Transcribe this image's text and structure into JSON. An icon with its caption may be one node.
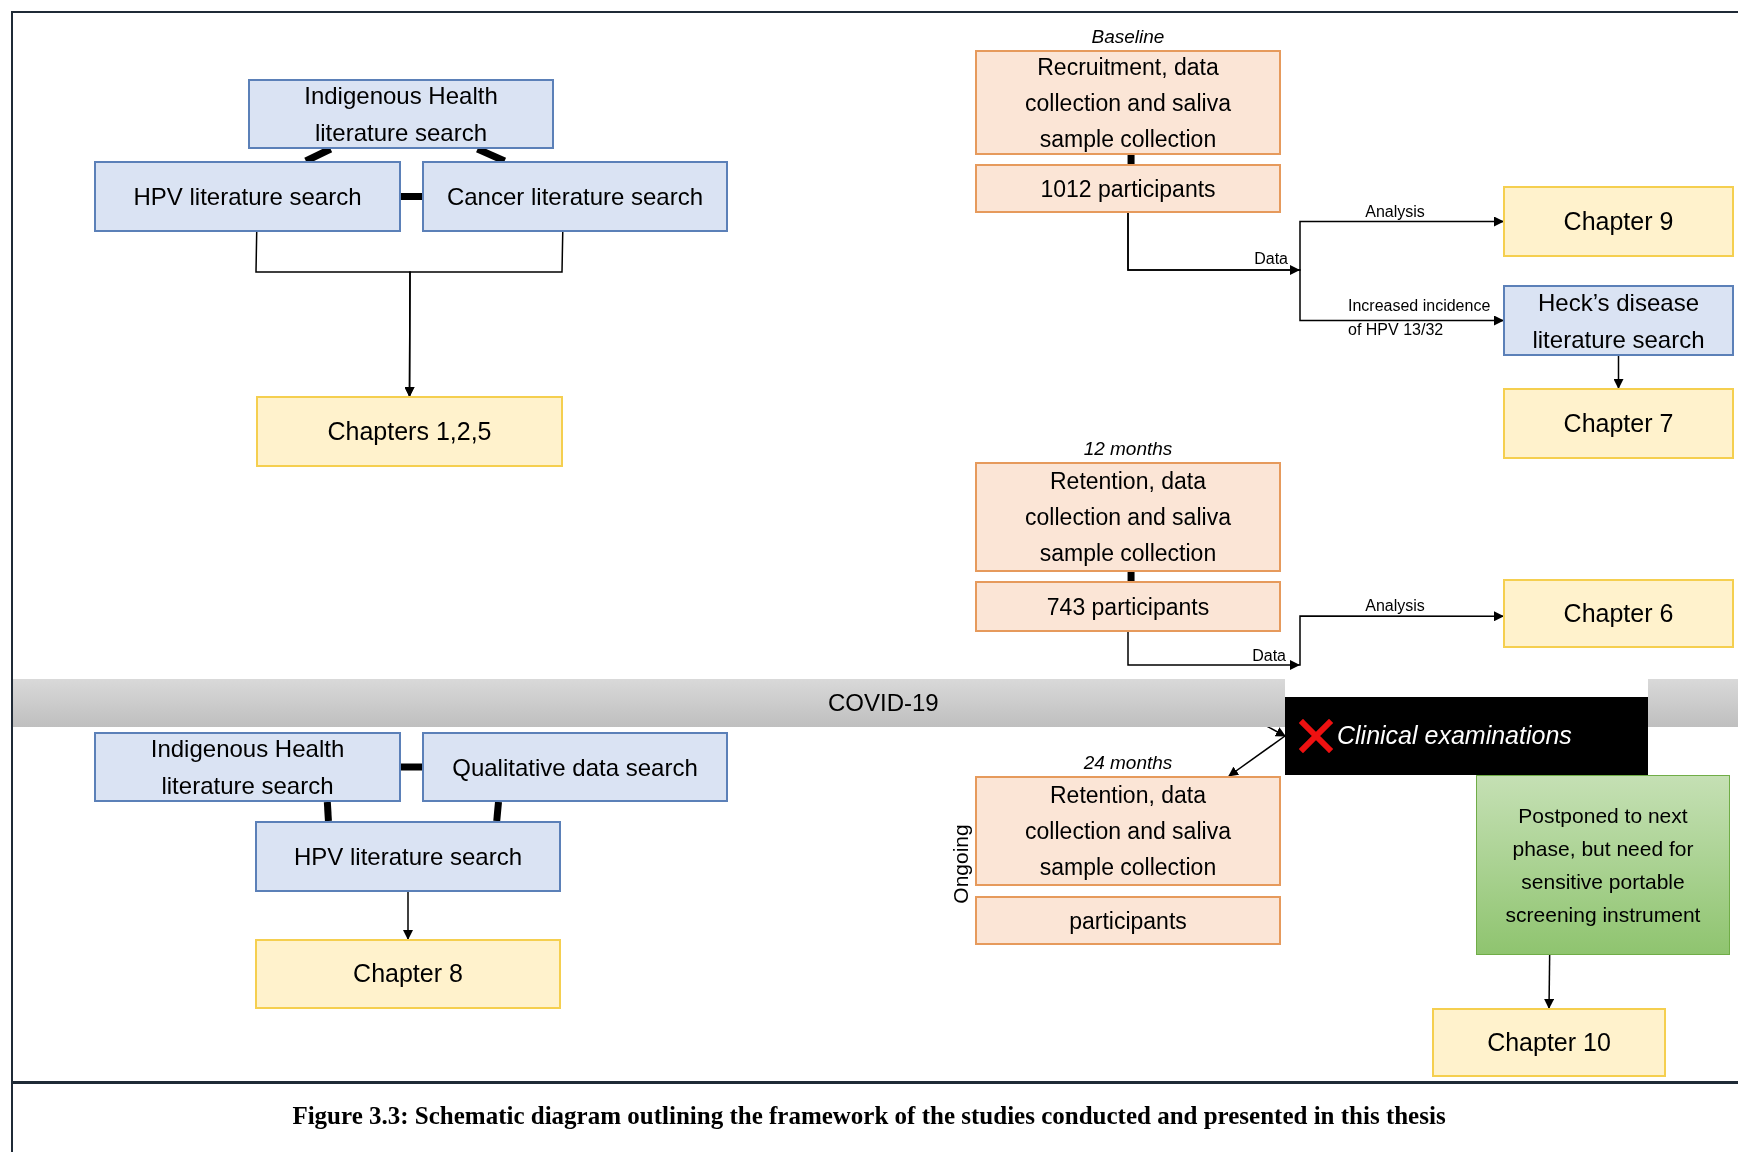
{
  "diagram": {
    "caption": "Figure 3.3: Schematic diagram outlining the framework of the studies conducted and presented in this thesis",
    "nodes": [
      {
        "text": [
          "Indigenous Health literature search"
        ]
      },
      {
        "text": [
          "HPV literature search"
        ]
      },
      {
        "text": [
          "Cancer literature search"
        ]
      },
      {
        "text": [
          "Chapters 1,2,5"
        ]
      },
      {
        "text": [
          "Recruitment, data collection and saliva sample collection"
        ],
        "beside": [
          "Baseline"
        ]
      },
      {
        "text": [
          "1012 participants"
        ]
      },
      {
        "text": [
          "Chapter 9"
        ]
      },
      {
        "text": [
          "Heck’s disease literature search"
        ]
      },
      {
        "text": [
          "Chapter 7"
        ]
      },
      {
        "text": [
          "Retention, data collection and saliva sample collection"
        ],
        "beside": [
          "12 months"
        ]
      },
      {
        "text": [
          "743 participants"
        ]
      },
      {
        "text": [
          "Chapter 6"
        ]
      },
      {
        "text": [
          "COVID-19"
        ]
      },
      {
        "text": [
          "Clinical examinations"
        ]
      },
      {
        "text": [
          "Indigenous Health literature search"
        ]
      },
      {
        "text": [
          "Qualitative data search"
        ]
      },
      {
        "text": [
          "HPV literature search"
        ]
      },
      {
        "text": [
          "Chapter 8"
        ]
      },
      {
        "text": [
          "Retention, data collection and saliva sample collection"
        ],
        "beside": [
          "24 months"
        ]
      },
      {
        "text": [
          "participants"
        ]
      },
      {
        "text": [
          "Postponed to next phase, but need for sensitive portable screening instrument"
        ]
      },
      {
        "text": [
          "Chapter 10"
        ]
      }
    ],
    "edges": [
      {
        "from": 0,
        "to": 1,
        "arrow": "none",
        "style": "thick"
      },
      {
        "from": 0,
        "to": 2,
        "arrow": "none",
        "style": "thick"
      },
      {
        "from": 1,
        "to": 2,
        "arrow": "none",
        "style": "thick"
      },
      {
        "from": 1,
        "to": 3,
        "arrow": "to"
      },
      {
        "from": 2,
        "to": 3,
        "arrow": "to"
      },
      {
        "from": 4,
        "to": 5,
        "arrow": "none",
        "style": "thick"
      },
      {
        "from": 5,
        "to": 6,
        "arrow": "to",
        "label": "Analysis"
      },
      {
        "from": 5,
        "to": 7,
        "arrow": "to",
        "label": "Increased incidence of HPV 13/32"
      },
      {
        "from": 7,
        "to": 8,
        "arrow": "to"
      },
      {
        "from": 9,
        "to": 10,
        "arrow": "none",
        "style": "thick"
      },
      {
        "from": 10,
        "to": 11,
        "arrow": "to",
        "label": "Analysis"
      },
      {
        "from": 12,
        "to": 13,
        "arrow": "to"
      },
      {
        "from": 13,
        "to": 18,
        "arrow": "to"
      },
      {
        "from": 14,
        "to": 15,
        "arrow": "none",
        "style": "thick"
      },
      {
        "from": 14,
        "to": 16,
        "arrow": "none",
        "style": "thick"
      },
      {
        "from": 15,
        "to": 16,
        "arrow": "none",
        "style": "thick"
      },
      {
        "from": 16,
        "to": 17,
        "arrow": "to"
      },
      {
        "from": 20,
        "to": 21,
        "arrow": "to"
      }
    ],
    "labels": [
      "Data",
      "Data",
      "Ongoing"
    ]
  }
}
